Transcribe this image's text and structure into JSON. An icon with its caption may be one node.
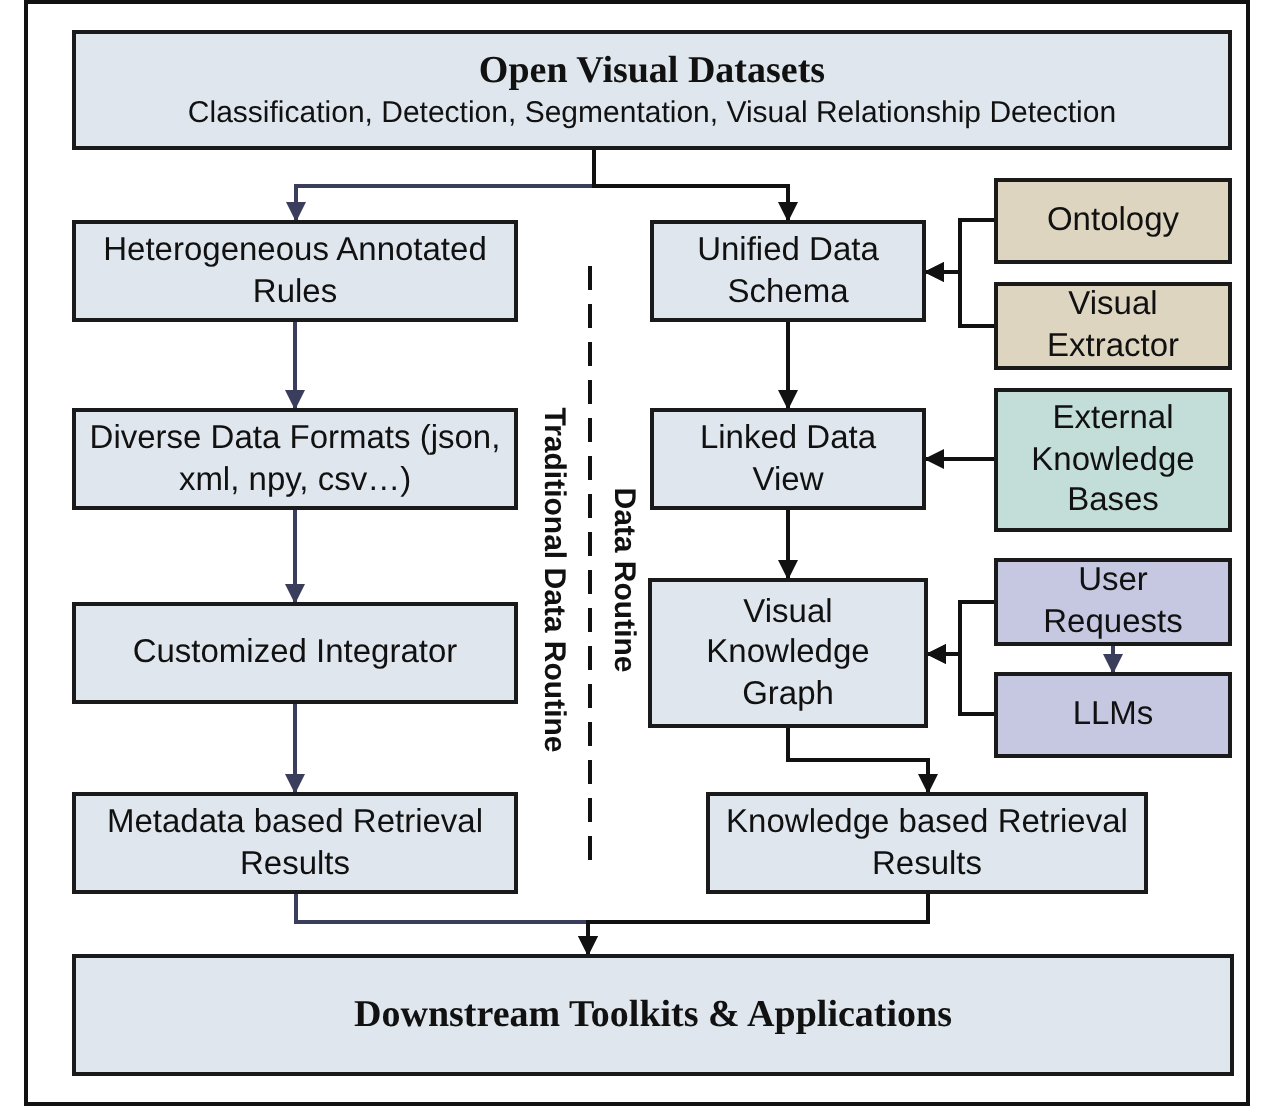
{
  "diagram": {
    "nodes": [
      {
        "text": [
          "Open Visual Datasets",
          "Classification, Detection, Segmentation, Visual Relationship Detection"
        ]
      },
      {
        "text": [
          "Heterogeneous Annotated Rules"
        ]
      },
      {
        "text": [
          "Unified Data Schema"
        ]
      },
      {
        "text": [
          "Ontology"
        ]
      },
      {
        "text": [
          "Visual Extractor"
        ]
      },
      {
        "text": [
          "Diverse Data Formats (json, xml, npy, csv…)"
        ]
      },
      {
        "text": [
          "Linked Data View"
        ]
      },
      {
        "text": [
          "External Knowledge Bases"
        ]
      },
      {
        "text": [
          "Customized Integrator"
        ]
      },
      {
        "text": [
          "Visual Knowledge Graph"
        ]
      },
      {
        "text": [
          "User Requests"
        ]
      },
      {
        "text": [
          "LLMs"
        ]
      },
      {
        "text": [
          "Metadata based Retrieval Results"
        ]
      },
      {
        "text": [
          "Knowledge based Retrieval Results"
        ]
      },
      {
        "text": [
          "Downstream Toolkits & Applications"
        ]
      }
    ],
    "edges": [
      {
        "from": 0,
        "to": 1,
        "arrow": "to",
        "color": "#3a3d5c"
      },
      {
        "from": 0,
        "to": 2,
        "arrow": "to"
      },
      {
        "from": 3,
        "to": 2,
        "arrow": "to"
      },
      {
        "from": 4,
        "to": 2,
        "arrow": "to"
      },
      {
        "from": 1,
        "to": 5,
        "arrow": "to",
        "color": "#3a3d5c"
      },
      {
        "from": 2,
        "to": 6,
        "arrow": "to"
      },
      {
        "from": 7,
        "to": 6,
        "arrow": "to"
      },
      {
        "from": 5,
        "to": 8,
        "arrow": "to",
        "color": "#3a3d5c"
      },
      {
        "from": 6,
        "to": 9,
        "arrow": "to"
      },
      {
        "from": 10,
        "to": 9,
        "arrow": "to"
      },
      {
        "from": 11,
        "to": 9,
        "arrow": "to"
      },
      {
        "from": 10,
        "to": 11,
        "arrow": "to",
        "color": "#3a3d5c"
      },
      {
        "from": 8,
        "to": 12,
        "arrow": "to",
        "color": "#3a3d5c"
      },
      {
        "from": 9,
        "to": 13,
        "arrow": "to"
      },
      {
        "from": 12,
        "to": 14,
        "arrow": "to",
        "color": "#3a3d5c"
      },
      {
        "from": 13,
        "to": 14,
        "arrow": "to"
      }
    ],
    "labels": [
      "Traditional Data Routine",
      "Data Routine"
    ]
  }
}
